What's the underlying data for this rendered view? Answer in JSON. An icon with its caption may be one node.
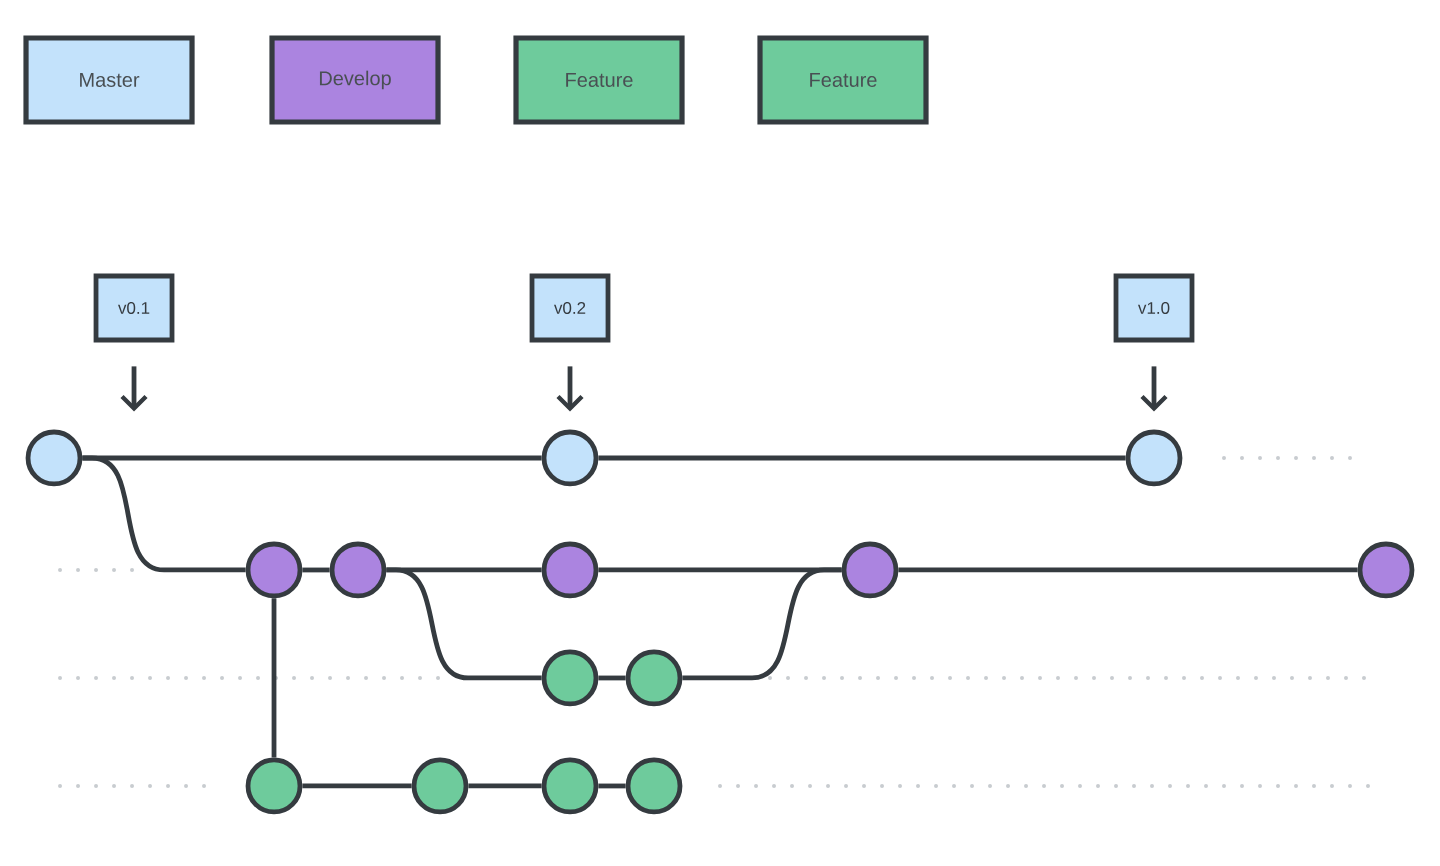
{
  "diagram": {
    "nodes": [
      {
        "text": [
          "v0.1"
        ]
      },
      {
        "text": [
          "v0.2"
        ]
      },
      {
        "text": [
          "v1.0"
        ]
      },
      {
        "text": [],
        "shape": "circle"
      },
      {
        "text": [],
        "shape": "circle"
      },
      {
        "text": [],
        "shape": "circle"
      },
      {
        "text": [],
        "shape": "circle"
      },
      {
        "text": [],
        "shape": "circle"
      },
      {
        "text": [],
        "shape": "circle"
      },
      {
        "text": [],
        "shape": "circle"
      },
      {
        "text": [],
        "shape": "circle"
      },
      {
        "text": [],
        "shape": "circle"
      },
      {
        "text": [],
        "shape": "circle"
      },
      {
        "text": [],
        "shape": "circle"
      },
      {
        "text": [],
        "shape": "circle"
      },
      {
        "text": [],
        "shape": "circle"
      },
      {
        "text": [],
        "shape": "circle"
      }
    ],
    "edges": [
      {
        "from": 0,
        "to": 3,
        "arrow": "to"
      },
      {
        "from": 1,
        "to": 4,
        "arrow": "to"
      },
      {
        "from": 2,
        "to": 5,
        "arrow": "to"
      },
      {
        "from": 3,
        "to": 4,
        "arrow": "none"
      },
      {
        "from": 4,
        "to": 5,
        "arrow": "none"
      },
      {
        "from": 3,
        "to": 6,
        "arrow": "none"
      },
      {
        "from": 6,
        "to": 7,
        "arrow": "none"
      },
      {
        "from": 7,
        "to": 8,
        "arrow": "none"
      },
      {
        "from": 8,
        "to": 9,
        "arrow": "none"
      },
      {
        "from": 9,
        "to": 10,
        "arrow": "none"
      },
      {
        "from": 7,
        "to": 11,
        "arrow": "none"
      },
      {
        "from": 11,
        "to": 12,
        "arrow": "none"
      },
      {
        "from": 12,
        "to": 9,
        "arrow": "none"
      },
      {
        "from": 6,
        "to": 13,
        "arrow": "none"
      },
      {
        "from": 13,
        "to": 14,
        "arrow": "none"
      },
      {
        "from": 14,
        "to": 15,
        "arrow": "none"
      },
      {
        "from": 15,
        "to": 16,
        "arrow": "none"
      }
    ],
    "legend": [
      {
        "text": "Master",
        "color": "#c3e2fb"
      },
      {
        "text": "Develop",
        "color": "#ab84e0"
      },
      {
        "text": "Feature",
        "color": "#6ecb9c"
      },
      {
        "text": "Feature",
        "color": "#6ecb9c"
      }
    ]
  }
}
